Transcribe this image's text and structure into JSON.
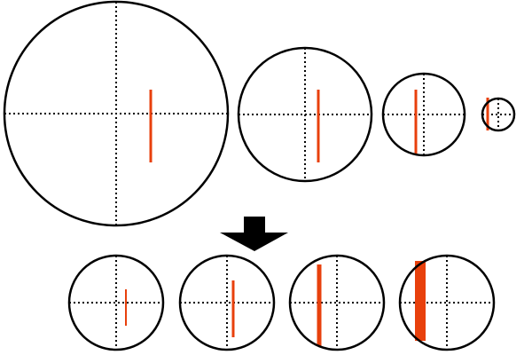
{
  "colors": {
    "stroke": "#000000",
    "crosshair": "#000000",
    "marker": "#e8400c",
    "background": "#ffffff"
  },
  "top_row": [
    {
      "name": "lens-top-1"
    },
    {
      "name": "lens-top-2"
    },
    {
      "name": "lens-top-3"
    },
    {
      "name": "lens-top-4"
    }
  ],
  "bottom_row": [
    {
      "name": "lens-bottom-1"
    },
    {
      "name": "lens-bottom-2"
    },
    {
      "name": "lens-bottom-3"
    },
    {
      "name": "lens-bottom-4"
    }
  ],
  "arrow": {
    "icon": "down-arrow-icon",
    "direction": "down"
  }
}
